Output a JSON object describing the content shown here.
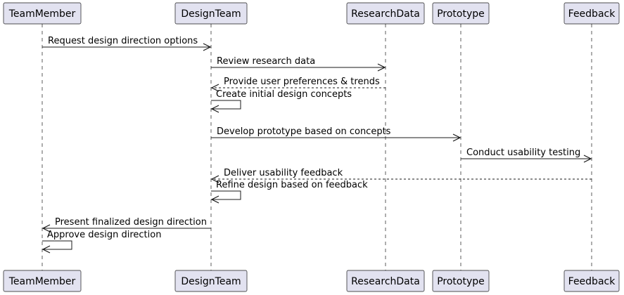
{
  "participants": [
    {
      "id": "teammember",
      "label": "TeamMember"
    },
    {
      "id": "designteam",
      "label": "DesignTeam"
    },
    {
      "id": "researchdata",
      "label": "ResearchData"
    },
    {
      "id": "prototype",
      "label": "Prototype"
    },
    {
      "id": "feedback",
      "label": "Feedback"
    }
  ],
  "messages": [
    {
      "from": "teammember",
      "to": "designteam",
      "label": "Request design direction options",
      "style": "solid"
    },
    {
      "from": "designteam",
      "to": "researchdata",
      "label": "Review research data",
      "style": "solid"
    },
    {
      "from": "researchdata",
      "to": "designteam",
      "label": "Provide user preferences & trends",
      "style": "dashed"
    },
    {
      "from": "designteam",
      "to": "designteam",
      "label": "Create initial design concepts",
      "style": "solid"
    },
    {
      "from": "designteam",
      "to": "prototype",
      "label": "Develop prototype based on concepts",
      "style": "solid"
    },
    {
      "from": "prototype",
      "to": "feedback",
      "label": "Conduct usability testing",
      "style": "solid"
    },
    {
      "from": "feedback",
      "to": "designteam",
      "label": "Deliver usability feedback",
      "style": "dashed"
    },
    {
      "from": "designteam",
      "to": "designteam",
      "label": "Refine design based on feedback",
      "style": "solid"
    },
    {
      "from": "designteam",
      "to": "teammember",
      "label": "Present finalized design direction",
      "style": "solid"
    },
    {
      "from": "teammember",
      "to": "teammember",
      "label": "Approve design direction",
      "style": "solid"
    }
  ]
}
